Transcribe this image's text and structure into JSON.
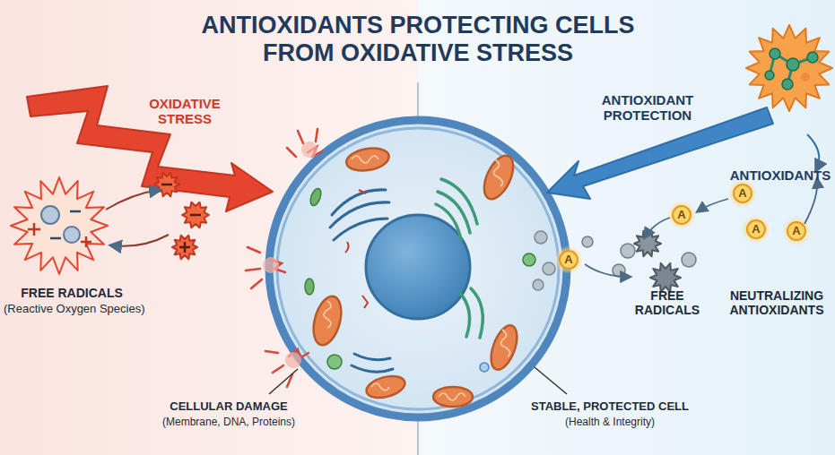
{
  "diagram": {
    "title": "ANTIOXIDANTS PROTECTING CELLS FROM OXIDATIVE STRESS",
    "labels": [
      "OXIDATIVE STRESS",
      "FREE RADICALS",
      "(Reactive Oxygen Species)",
      "CELLULAR DAMAGE",
      "(Membrane, DNA, Proteins)",
      "ANTIOXIDANT PROTECTION",
      "ANTIOXIDANTS",
      "A",
      "A",
      "A",
      "A",
      "A",
      "FREE RADICALS",
      "NEUTRALIZING ANTIOXIDANTS",
      "STABLE, PROTECTED CELL",
      "(Health & Integrity)"
    ]
  }
}
